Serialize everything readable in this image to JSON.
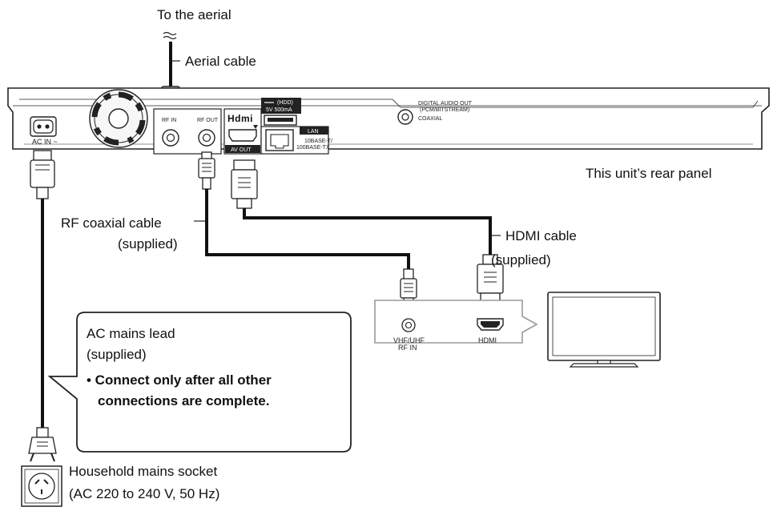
{
  "labels": {
    "to_aerial": "To the aerial",
    "aerial_cable": "Aerial cable",
    "rear_panel": "This unit’s rear panel",
    "rf_coax_line1": "RF coaxial cable",
    "rf_coax_line2": "(supplied)",
    "hdmi_cable_line1": "HDMI cable",
    "hdmi_cable_line2": "(supplied)",
    "ac_lead_line1": "AC mains lead",
    "ac_lead_line2": "(supplied)",
    "ac_note_line1": "• Connect only after all other",
    "ac_note_line2": "connections are complete.",
    "socket_line1": "Household mains socket",
    "socket_line2": "(AC 220 to 240 V, 50 Hz)"
  },
  "unit_panel": {
    "ac_in": "AC IN ~",
    "rf_in": "RF IN",
    "rf_out": "RF OUT",
    "hdmi_logo": "Hdmi",
    "av_out": "AV OUT",
    "usb_hdd": "(HDD)",
    "usb_power": "5V 500mA",
    "lan": "LAN",
    "lan_spec1": "10BASE-T/",
    "lan_spec2": "100BASE-TX",
    "digital_audio1": "DIGITAL AUDIO OUT",
    "digital_audio2": "(PCM/BITSTREAM)",
    "coaxial": "COAXIAL"
  },
  "tv_panel": {
    "vhf_uhf1": "VHF/UHF",
    "vhf_uhf2": "RF IN",
    "hdmi": "HDMI"
  }
}
